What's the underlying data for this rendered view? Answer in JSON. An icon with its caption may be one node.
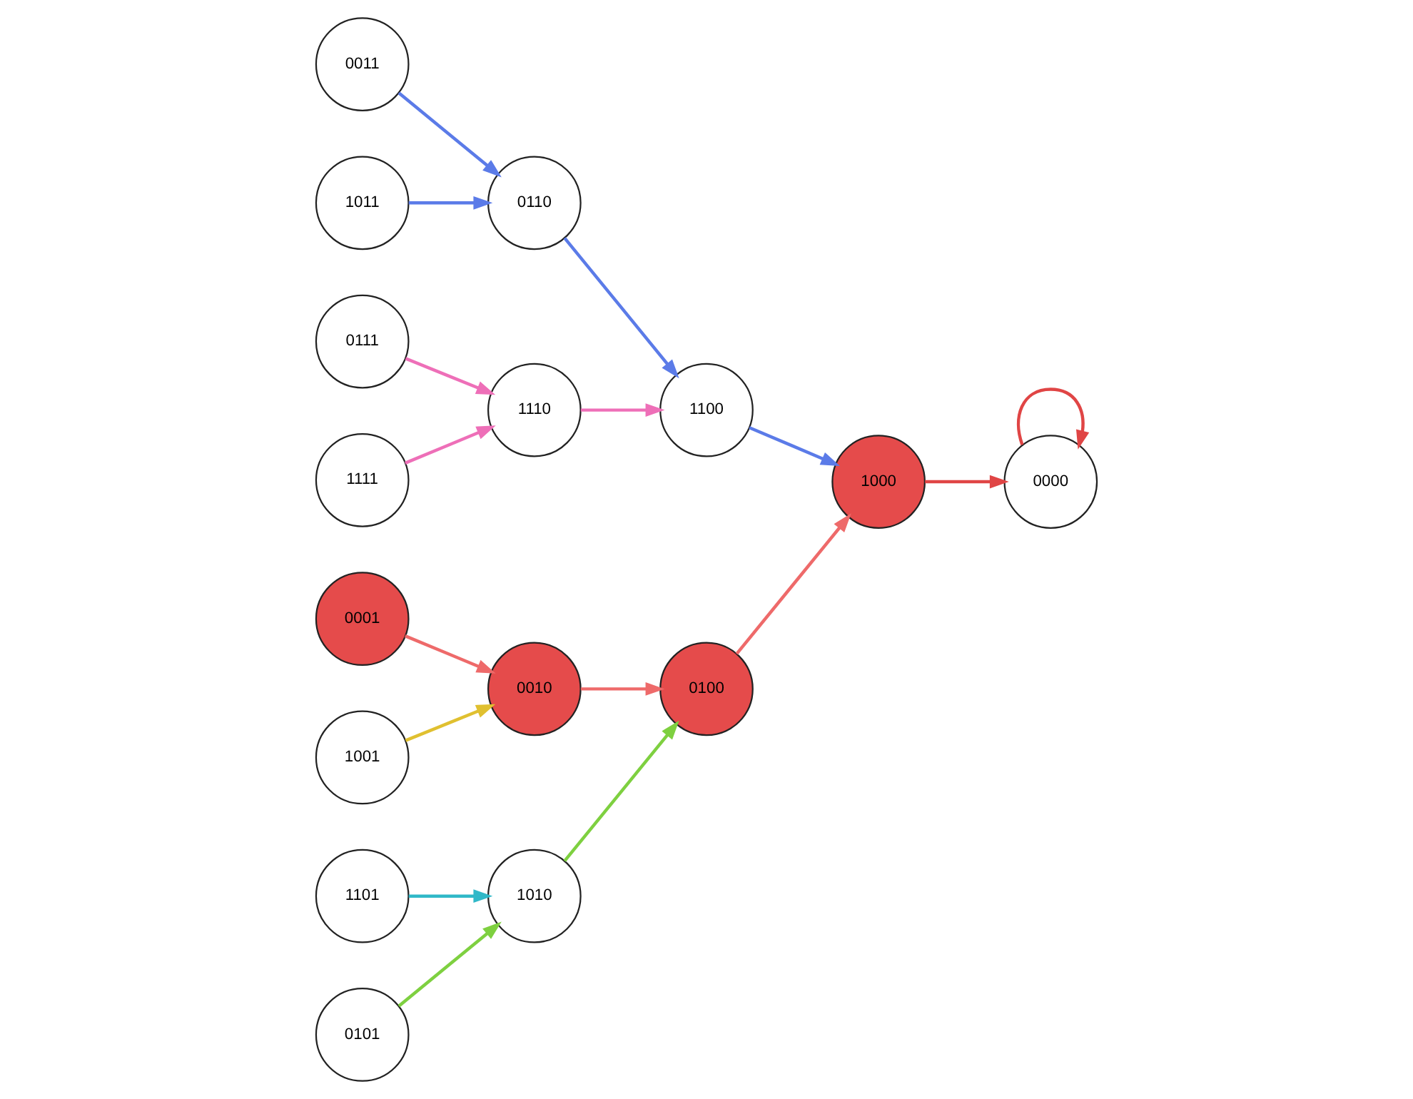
{
  "diagram": {
    "nodes": [
      {
        "text": [
          "0000"
        ]
      },
      {
        "text": [
          "0011"
        ]
      },
      {
        "text": [
          "0001"
        ]
      },
      {
        "text": [
          "0110"
        ]
      },
      {
        "text": [
          "1011"
        ]
      },
      {
        "text": [
          "1100"
        ]
      },
      {
        "text": [
          "1000"
        ]
      },
      {
        "text": [
          "0010"
        ]
      },
      {
        "text": [
          "1001"
        ]
      },
      {
        "text": [
          "0111"
        ]
      },
      {
        "text": [
          "1110"
        ]
      },
      {
        "text": [
          "0100"
        ]
      },
      {
        "text": [
          "1111"
        ]
      },
      {
        "text": [
          "1010"
        ]
      },
      {
        "text": [
          "1101"
        ]
      },
      {
        "text": [
          "0101"
        ]
      }
    ],
    "edges": [
      {
        "from": 0,
        "to": 0,
        "arrow": "to",
        "color": "#e04545"
      },
      {
        "from": 1,
        "to": 3,
        "arrow": "to",
        "color": "#5b7be8"
      },
      {
        "from": 4,
        "to": 3,
        "arrow": "to",
        "color": "#5b7be8"
      },
      {
        "from": 3,
        "to": 5,
        "arrow": "to",
        "color": "#5b7be8"
      },
      {
        "from": 5,
        "to": 6,
        "arrow": "to",
        "color": "#5b7be8"
      },
      {
        "from": 6,
        "to": 0,
        "arrow": "to",
        "color": "#e04545"
      },
      {
        "from": 2,
        "to": 7,
        "arrow": "to",
        "color": "#ee6a6a"
      },
      {
        "from": 8,
        "to": 7,
        "arrow": "to",
        "color": "#e0c030"
      },
      {
        "from": 7,
        "to": 11,
        "arrow": "to",
        "color": "#ee6a6a"
      },
      {
        "from": 11,
        "to": 6,
        "arrow": "to",
        "color": "#ee6a6a"
      },
      {
        "from": 9,
        "to": 10,
        "arrow": "to",
        "color": "#ee6fb8"
      },
      {
        "from": 12,
        "to": 10,
        "arrow": "to",
        "color": "#ee6fb8"
      },
      {
        "from": 10,
        "to": 5,
        "arrow": "to",
        "color": "#ee6fb8"
      },
      {
        "from": 13,
        "to": 11,
        "arrow": "to",
        "color": "#7ed040"
      },
      {
        "from": 15,
        "to": 13,
        "arrow": "to",
        "color": "#7ed040"
      },
      {
        "from": 14,
        "to": 13,
        "arrow": "to",
        "color": "#30b8c8"
      }
    ]
  }
}
